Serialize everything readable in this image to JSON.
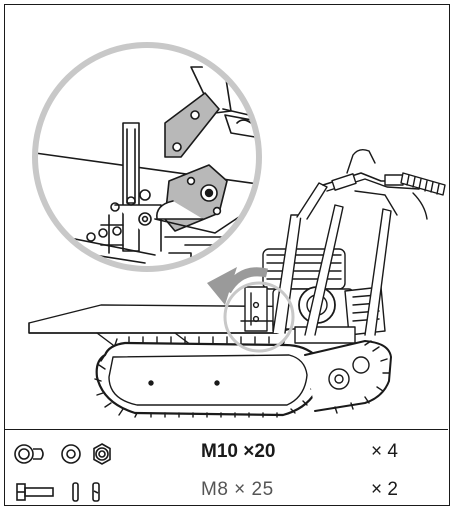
{
  "diagram": {
    "arrow_color": "#9a9a9a",
    "magnifier_color": "#c8c8c8",
    "line_color": "#1a1a1a"
  },
  "parts": [
    {
      "spec": "M10 ×20",
      "quantity": "× 4",
      "icons": [
        "bolt-head-icon",
        "washer-icon",
        "nut-icon"
      ]
    },
    {
      "spec": "M8 × 25",
      "quantity": "× 2",
      "icons": [
        "bolt-side-icon",
        "washer-side-icon",
        "spring-washer-icon"
      ]
    }
  ]
}
